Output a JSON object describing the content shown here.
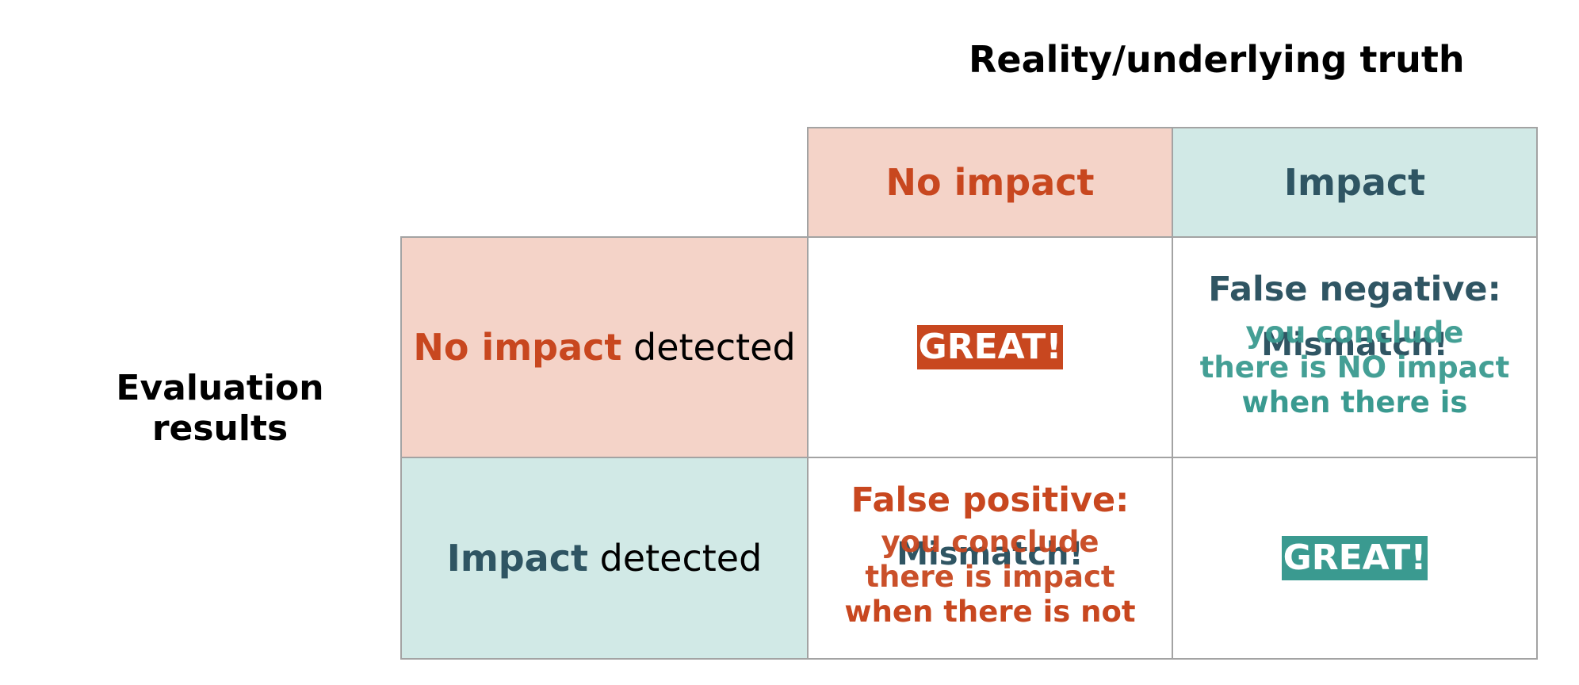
{
  "header": {
    "top_title": "Reality/underlying truth",
    "left_title": "Evaluation results"
  },
  "columns": [
    {
      "label": "No impact",
      "color": "#c8471f",
      "background": "#f4d3c8"
    },
    {
      "label": "Impact",
      "color": "#2f5563",
      "background": "#d1e9e6"
    }
  ],
  "rows": [
    {
      "label_strong": "No impact",
      "label_rest": " detected",
      "strong_color": "#c8471f",
      "background": "#f4d3c8"
    },
    {
      "label_strong": "Impact",
      "label_rest": " detected",
      "strong_color": "#2f5563",
      "background": "#d1e9e6"
    }
  ],
  "cells": {
    "no_no": {
      "badge": "GREAT!",
      "badge_color": "#c8471f"
    },
    "no_yes": {
      "heading": "False negative:",
      "overlay": "Mismatch!",
      "line1": "you conclude",
      "line2": "there is NO impact",
      "line3": "when there is"
    },
    "yes_no": {
      "heading": "False positive:",
      "overlay": "Mismatch!",
      "line1": "you conclude",
      "line2": "there is impact",
      "line3": "when there is not"
    },
    "yes_yes": {
      "badge": "GREAT!",
      "badge_color": "#3a9a90"
    }
  }
}
